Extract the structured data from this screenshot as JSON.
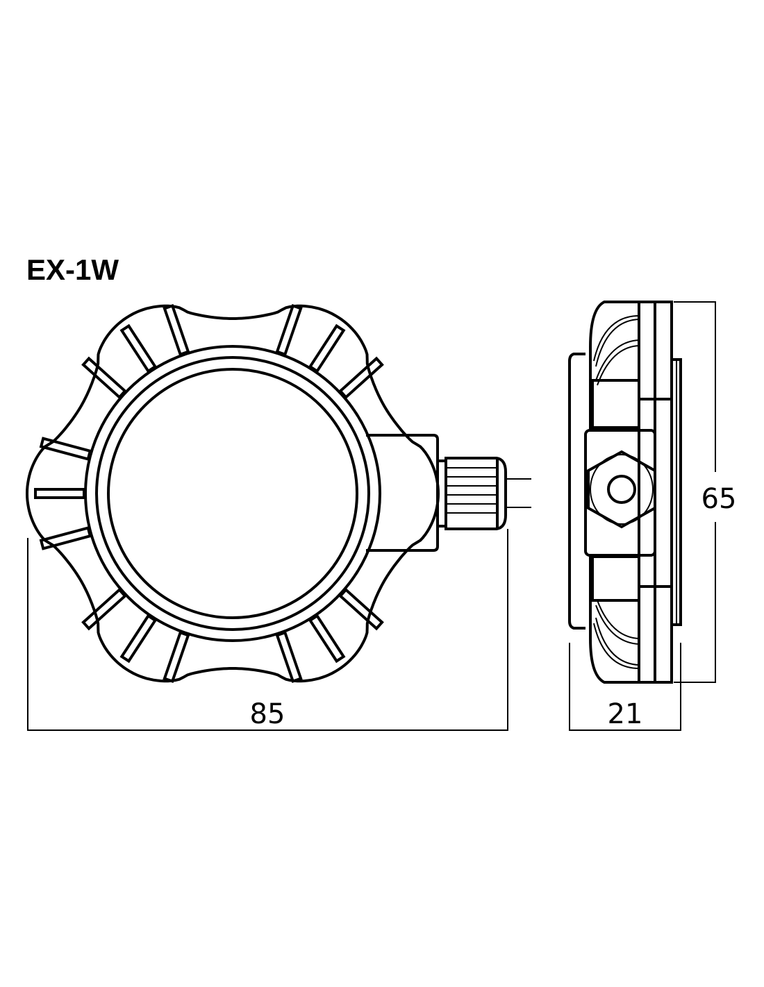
{
  "title": "EX-1W",
  "dimensions": {
    "width": "85",
    "height": "65",
    "depth": "21"
  },
  "colors": {
    "line": "#000000",
    "background": "#ffffff"
  }
}
